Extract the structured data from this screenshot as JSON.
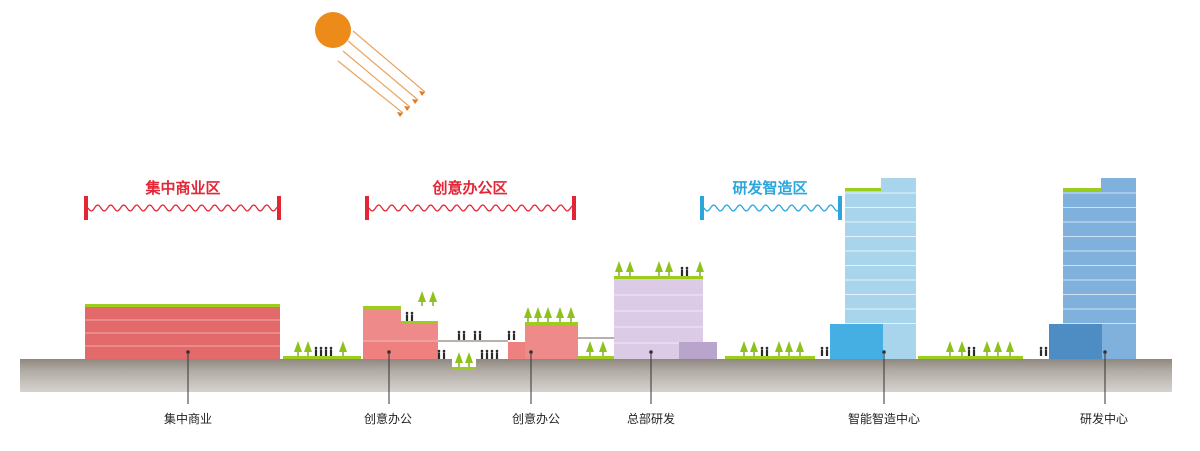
{
  "colors": {
    "red_zone": "#e32636",
    "blue_zone": "#2aa6dd",
    "ground": "#a59e96",
    "green_roof": "#9ccc1c",
    "sun": "#ec8a1a"
  },
  "zones": [
    {
      "id": "commercial",
      "label": "集中商业区",
      "color": "#e32636"
    },
    {
      "id": "creative",
      "label": "创意办公区",
      "color": "#e32636"
    },
    {
      "id": "rnd",
      "label": "研发智造区",
      "color": "#2aa6dd"
    }
  ],
  "buildings": [
    {
      "id": "commercial",
      "label": "集中商业"
    },
    {
      "id": "creative1",
      "label": "创意办公"
    },
    {
      "id": "creative2",
      "label": "创意办公"
    },
    {
      "id": "hq",
      "label": "总部研发"
    },
    {
      "id": "smart",
      "label": "智能智造中心"
    },
    {
      "id": "rndcenter",
      "label": "研发中心"
    }
  ]
}
